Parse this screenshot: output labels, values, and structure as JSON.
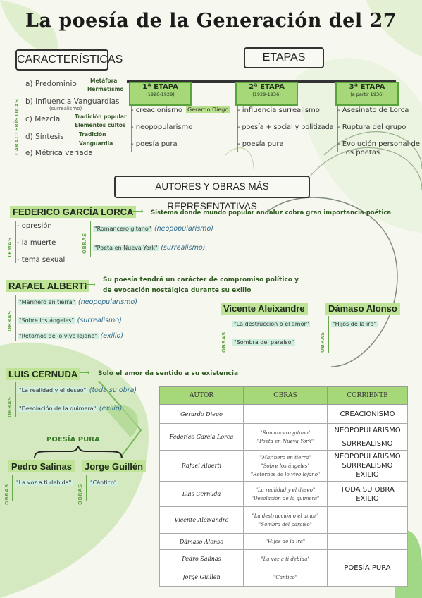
{
  "title": "La poesía de la Generación del 27",
  "characteristics": {
    "heading": "CARACTERÍSTICAS",
    "side_label": "CARACTERÍSTICAS",
    "items": [
      {
        "label": "a) Predominio",
        "subs": [
          "Metáfora",
          "Hermetismo"
        ]
      },
      {
        "label": "b) Influencia Vanguardias",
        "note": "(surrealismo)"
      },
      {
        "label": "c) Mezcla",
        "subs": [
          "Tradición popular",
          "Elementos cultos"
        ]
      },
      {
        "label": "d) Síntesis",
        "subs": [
          "Tradición",
          "Vanguardia"
        ]
      },
      {
        "label": "e) Métrica variada"
      }
    ]
  },
  "stages": {
    "heading": "ETAPAS",
    "items": [
      {
        "name": "1ª ETAPA",
        "years": "(1926-1929)",
        "points": [
          "- creacionismo",
          "- neopopularismo",
          "- poesía pura"
        ],
        "highlight": "Gerardo Diego"
      },
      {
        "name": "2ª ETAPA",
        "years": "(1929-1936)",
        "points": [
          "- influencia surrealismo",
          "- poesía + social y politizada",
          "- poesía pura"
        ]
      },
      {
        "name": "3ª ETAPA",
        "years": "(a partir 1936)",
        "points": [
          "- Asesinato de Lorca",
          "- Ruptura del grupo",
          "- Evolución personal de",
          "los poetas"
        ]
      }
    ]
  },
  "authors_heading": "AUTORES Y OBRAS MÁS REPRESENTATIVAS",
  "lorca": {
    "name": "FEDERICO GARCÍA LORCA",
    "note": "Sistema donde mundo popular andaluz cobra gran importancia poética",
    "themes_label": "TEMAS",
    "themes": [
      "- opresión",
      "- la muerte",
      "- tema sexual"
    ],
    "works_label": "OBRAS",
    "works": [
      {
        "title": "\"Romancero gitano\"",
        "style": "(neopopularismo)"
      },
      {
        "title": "\"Poeta en Nueva York\"",
        "style": "(surrealismo)"
      }
    ]
  },
  "alberti": {
    "name": "RAFAEL ALBERTI",
    "note1": "Su poesía tendrá un carácter de compromiso político y",
    "note2": "de evocación nostálgica durante su exilio",
    "works_label": "OBRAS",
    "works": [
      {
        "title": "\"Marinero en tierra\"",
        "style": "(neopopularismo)"
      },
      {
        "title": "\"Sobre los ángeles\"",
        "style": "(surrealismo)"
      },
      {
        "title": "\"Retornos de lo vivo lejano\"",
        "style": "(exilio)"
      }
    ]
  },
  "aleixandre": {
    "name": "Vicente Aleixandre",
    "works_label": "OBRAS",
    "works": [
      "\"La destrucción o el amor\"",
      "\"Sombra del paraíso\""
    ]
  },
  "alonso": {
    "name": "Dámaso Alonso",
    "works_label": "OBRAS",
    "works": [
      "\"Hijos de la ira\""
    ]
  },
  "cernuda": {
    "name": "LUIS CERNUDA",
    "note": "Solo el amor da sentido a su existencia",
    "works_label": "OBRAS",
    "works": [
      {
        "title": "\"La realidad y el deseo\"",
        "style": "(toda su obra)"
      },
      {
        "title": "\"Desolación de la quimera\"",
        "style": "(exilio)"
      }
    ]
  },
  "pure_poetry": {
    "label": "POESÍA PURA",
    "salinas": {
      "name": "Pedro Salinas",
      "works_label": "OBRAS",
      "work": "\"La voz a ti debida\""
    },
    "guillen": {
      "name": "Jorge Guillén",
      "works_label": "OBRAS",
      "work": "\"Cántico\""
    }
  },
  "table": {
    "headers": [
      "AUTOR",
      "OBRAS",
      "CORRIENTE"
    ],
    "rows": [
      {
        "author": "Gerardo Diego",
        "works": [],
        "current": [
          "CREACIONISMO"
        ]
      },
      {
        "author": "Federico García Lorca",
        "works": [
          "\"Romancero gitano\"",
          "\"Poeta en Nueva York\""
        ],
        "current": [
          "NEOPOPULARISMO",
          "SURREALISMO"
        ]
      },
      {
        "author": "Rafael Alberti",
        "works": [
          "\"Marinero en tierra\"",
          "\"Sobre los ángeles\"",
          "\"Retornos de lo vivo lejano\""
        ],
        "current": [
          "NEOPOPULARISMO",
          "SURREALISMO",
          "EXILIO"
        ]
      },
      {
        "author": "Luis Cernuda",
        "works": [
          "\"La realidad y el deseo\"",
          "\"Desolación de la quimera\""
        ],
        "current": [
          "TODA SU OBRA",
          "EXILIO"
        ]
      },
      {
        "author": "Vicente Aleixandre",
        "works": [
          "\"La destrucción o el amor\"",
          "\"Sombra del paraíso\""
        ],
        "current": []
      },
      {
        "author": "Dámaso Alonso",
        "works": [
          "\"Hijos de la ira\""
        ],
        "current": []
      },
      {
        "author": "Pedro Salinas",
        "works": [
          "\"La voz a ti debida\""
        ],
        "current": [
          "POESÍA PURA"
        ]
      },
      {
        "author": "Jorge Guillén",
        "works": [
          "\"Cántico\""
        ],
        "current": []
      }
    ]
  },
  "colors": {
    "accent_green": "#a6d779",
    "border_green": "#58a33c",
    "blue_highlight": "#cfeede"
  }
}
